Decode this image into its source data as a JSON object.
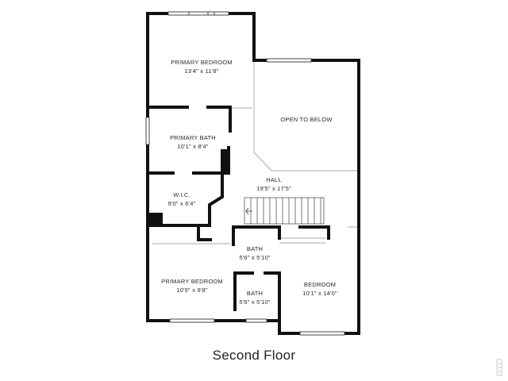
{
  "floor": {
    "title": "Second Floor"
  },
  "rooms": {
    "primary_bedroom_top": {
      "name": "PRIMARY BEDROOM",
      "dims": "13'4\" x 11'8\""
    },
    "open_to_below": {
      "name": "OPEN TO BELOW"
    },
    "primary_bath": {
      "name": "PRIMARY BATH",
      "dims": "10'1\" x 8'4\""
    },
    "hall": {
      "name": "HALL",
      "dims": "19'5\" x 17'5\""
    },
    "wic": {
      "name": "W.I.C.",
      "dims": "9'0\" x 6'4\""
    },
    "bath_1": {
      "name": "BATH",
      "dims": "5'6\" x 5'10\""
    },
    "primary_bedroom_bottom": {
      "name": "PRIMARY BEDROOM",
      "dims": "10'9\" x 9'8\""
    },
    "bath_2": {
      "name": "BATH",
      "dims": "5'6\" x 5'10\""
    },
    "bedroom": {
      "name": "BEDROOM",
      "dims": "10'1\" x 14'0\""
    }
  },
  "colors": {
    "wall": "#111111",
    "thin_line": "#9a9a9a",
    "label": "#2a2a2a"
  }
}
